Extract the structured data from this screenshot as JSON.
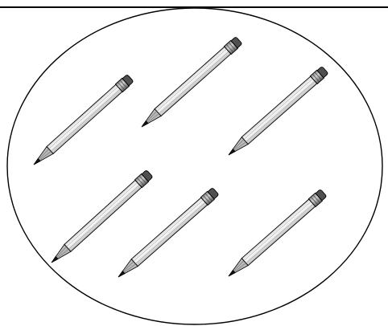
{
  "figure": {
    "kind": "pencil counting set",
    "container_shape": "ellipse",
    "pencil_count": 6,
    "colors": {
      "background": "#ffffff",
      "outline": "#000000",
      "pencil_body": "#e8e8e8",
      "pencil_stripe": "#ffffff",
      "ferrule": "#6e6e6e",
      "eraser": "#505050",
      "wood": "#b9b9b9",
      "lead": "#111111"
    }
  }
}
